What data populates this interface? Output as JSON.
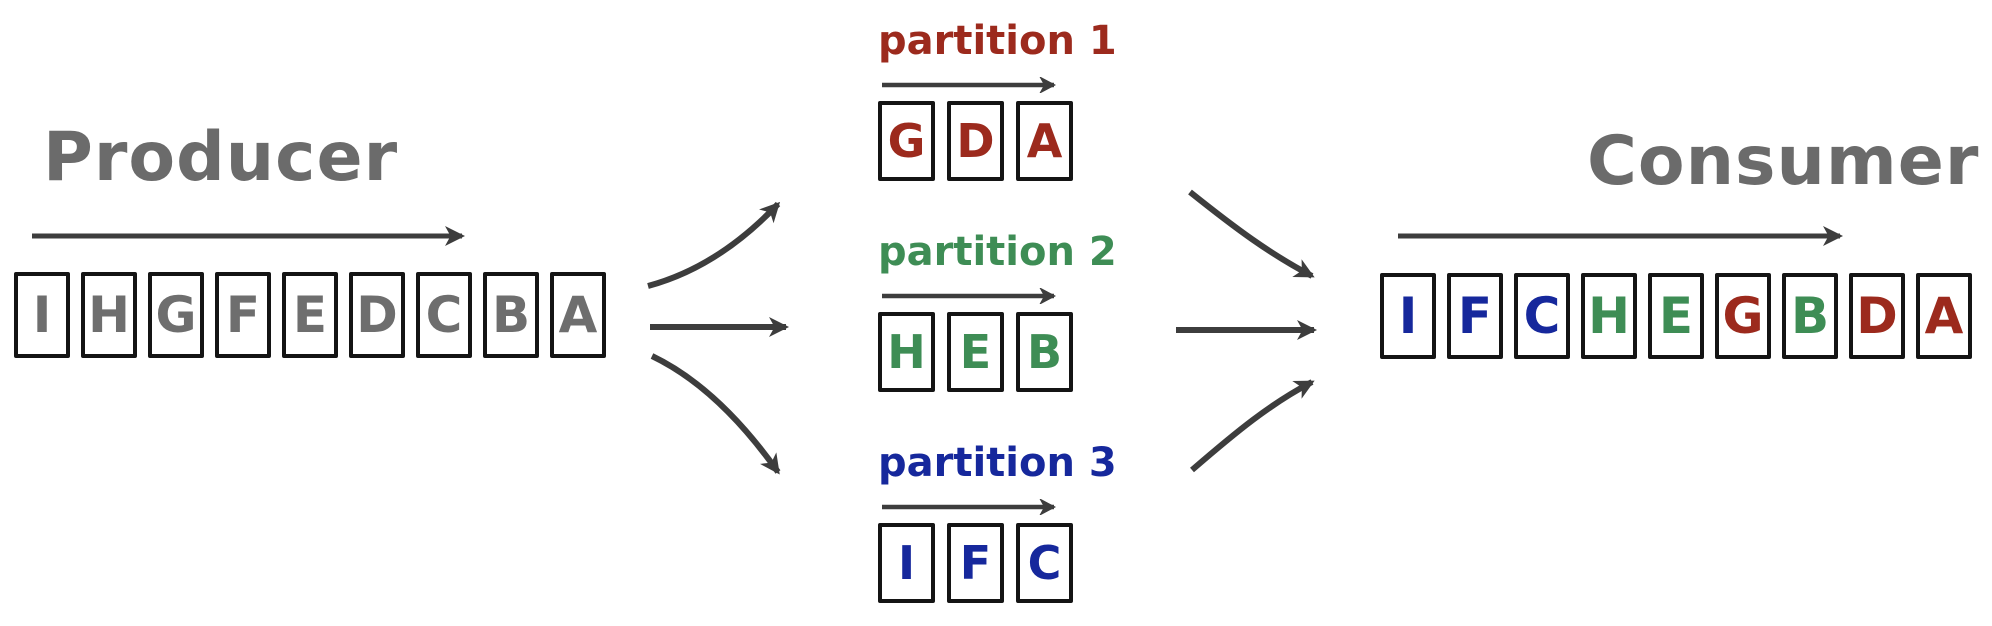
{
  "producer": {
    "title": "Producer",
    "queue": [
      "I",
      "H",
      "G",
      "F",
      "E",
      "D",
      "C",
      "B",
      "A"
    ]
  },
  "partitions": [
    {
      "label": "partition 1",
      "color": "#9c2a1d",
      "items": [
        "G",
        "D",
        "A"
      ]
    },
    {
      "label": "partition 2",
      "color": "#3e8d55",
      "items": [
        "H",
        "E",
        "B"
      ]
    },
    {
      "label": "partition 3",
      "color": "#16289c",
      "items": [
        "I",
        "F",
        "C"
      ]
    }
  ],
  "consumer": {
    "title": "Consumer",
    "queue": [
      {
        "letter": "I",
        "color": "#16289c"
      },
      {
        "letter": "F",
        "color": "#16289c"
      },
      {
        "letter": "C",
        "color": "#16289c"
      },
      {
        "letter": "H",
        "color": "#3e8d55"
      },
      {
        "letter": "E",
        "color": "#3e8d55"
      },
      {
        "letter": "G",
        "color": "#9c2a1d"
      },
      {
        "letter": "B",
        "color": "#3e8d55"
      },
      {
        "letter": "D",
        "color": "#9c2a1d"
      },
      {
        "letter": "A",
        "color": "#9c2a1d"
      }
    ]
  },
  "colors": {
    "title_text": "#6b6b6b",
    "producer_letters": "#6e6e6e",
    "arrows": "#3d3d3d",
    "box_border": "#141414",
    "partition1_red": "#9c2a1d",
    "partition2_green": "#3e8d55",
    "partition3_blue": "#16289c"
  }
}
